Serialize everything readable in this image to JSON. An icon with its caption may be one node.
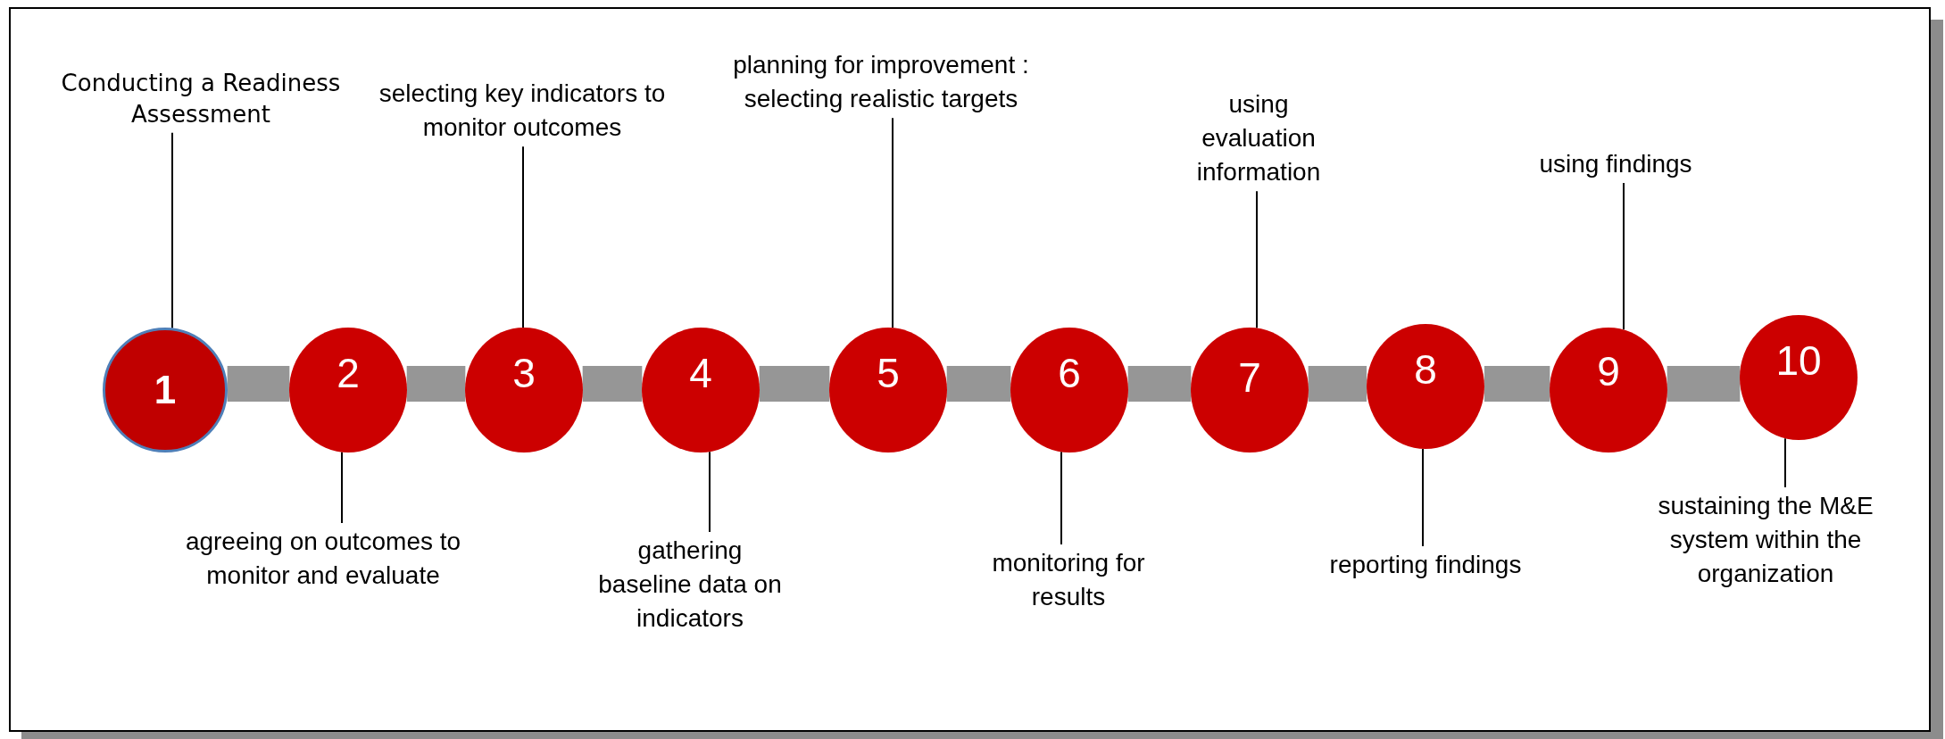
{
  "diagram": {
    "nodes": [
      {
        "text": [
          "1"
        ]
      },
      {
        "text": [
          "2"
        ]
      },
      {
        "text": [
          "3"
        ]
      },
      {
        "text": [
          "4"
        ]
      },
      {
        "text": [
          "5"
        ]
      },
      {
        "text": [
          "6"
        ]
      },
      {
        "text": [
          "7"
        ]
      },
      {
        "text": [
          "8"
        ]
      },
      {
        "text": [
          "9"
        ]
      },
      {
        "text": [
          "10"
        ]
      },
      {
        "text": [
          "Conducting a Readiness Assessment"
        ]
      },
      {
        "text": [
          "agreeing on outcomes to monitor and evaluate"
        ]
      },
      {
        "text": [
          "selecting key indicators to monitor outcomes"
        ]
      },
      {
        "text": [
          "gathering baseline data on indicators"
        ]
      },
      {
        "text": [
          "planning for improvement : selecting realistic targets"
        ]
      },
      {
        "text": [
          "monitoring for results"
        ]
      },
      {
        "text": [
          "using evaluation information"
        ]
      },
      {
        "text": [
          "reporting findings"
        ]
      },
      {
        "text": [
          "using findings"
        ]
      },
      {
        "text": [
          "sustaining the M&E system within the organization"
        ]
      }
    ],
    "edges": [
      {
        "from": 0,
        "to": 1,
        "arrow": "none",
        "style": "thick",
        "color": "#969696"
      },
      {
        "from": 1,
        "to": 2,
        "arrow": "none",
        "style": "thick",
        "color": "#969696"
      },
      {
        "from": 2,
        "to": 3,
        "arrow": "none",
        "style": "thick",
        "color": "#969696"
      },
      {
        "from": 3,
        "to": 4,
        "arrow": "none",
        "style": "thick",
        "color": "#969696"
      },
      {
        "from": 4,
        "to": 5,
        "arrow": "none",
        "style": "thick",
        "color": "#969696"
      },
      {
        "from": 5,
        "to": 6,
        "arrow": "none",
        "style": "thick",
        "color": "#969696"
      },
      {
        "from": 6,
        "to": 7,
        "arrow": "none",
        "style": "thick",
        "color": "#969696"
      },
      {
        "from": 7,
        "to": 8,
        "arrow": "none",
        "style": "thick",
        "color": "#969696"
      },
      {
        "from": 8,
        "to": 9,
        "arrow": "none",
        "style": "thick",
        "color": "#969696"
      },
      {
        "from": 10,
        "to": 0,
        "arrow": "none"
      },
      {
        "from": 11,
        "to": 1,
        "arrow": "none"
      },
      {
        "from": 12,
        "to": 2,
        "arrow": "none"
      },
      {
        "from": 13,
        "to": 3,
        "arrow": "none"
      },
      {
        "from": 14,
        "to": 4,
        "arrow": "none"
      },
      {
        "from": 15,
        "to": 5,
        "arrow": "none"
      },
      {
        "from": 16,
        "to": 6,
        "arrow": "none"
      },
      {
        "from": 17,
        "to": 7,
        "arrow": "none"
      },
      {
        "from": 18,
        "to": 8,
        "arrow": "none"
      },
      {
        "from": 19,
        "to": 9,
        "arrow": "none"
      }
    ]
  }
}
